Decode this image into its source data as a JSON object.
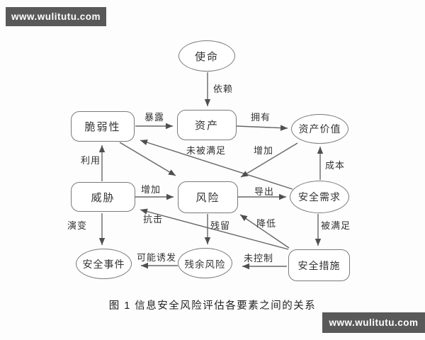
{
  "watermark": {
    "text": "www.wulitutu.com"
  },
  "caption": "图 1 信息安全风险评估各要素之间的关系",
  "colors": {
    "line": "#666666",
    "node_border": "#7a7a7a",
    "node_fill": "#ffffff",
    "text": "#333333",
    "watermark_bg": "#595959",
    "watermark_text": "#ffffff"
  },
  "nodes": {
    "mission": {
      "label": "使命",
      "shape": "ellipse"
    },
    "vulnerability": {
      "label": "脆弱性",
      "shape": "rounded-rect"
    },
    "asset": {
      "label": "资产",
      "shape": "rounded-rect"
    },
    "asset_value": {
      "label": "资产价值",
      "shape": "ellipse"
    },
    "threat": {
      "label": "威胁",
      "shape": "rounded-rect"
    },
    "risk": {
      "label": "风险",
      "shape": "rounded-rect"
    },
    "security_requirement": {
      "label": "安全需求",
      "shape": "ellipse"
    },
    "security_incident": {
      "label": "安全事件",
      "shape": "ellipse"
    },
    "residual_risk": {
      "label": "残余风险",
      "shape": "ellipse"
    },
    "security_measure": {
      "label": "安全措施",
      "shape": "rounded-rect"
    }
  },
  "edges": {
    "depend": {
      "from": "mission",
      "to": "asset",
      "label": "依赖"
    },
    "expose": {
      "from": "vulnerability",
      "to": "asset",
      "label": "暴露"
    },
    "own": {
      "from": "asset",
      "to": "asset_value",
      "label": "拥有"
    },
    "unsatisfied": {
      "from": "security_requirement",
      "to": "vulnerability",
      "label": "未被满足"
    },
    "increase_value": {
      "from": "asset_value",
      "to": "risk",
      "label": "增加"
    },
    "vulnerability_risk": {
      "from": "vulnerability",
      "to": "risk",
      "label": ""
    },
    "exploit": {
      "from": "threat",
      "to": "vulnerability",
      "label": "利用"
    },
    "increase_threat": {
      "from": "threat",
      "to": "risk",
      "label": "增加"
    },
    "derive": {
      "from": "risk",
      "to": "security_requirement",
      "label": "导出"
    },
    "cost": {
      "from": "security_requirement",
      "to": "asset_value",
      "label": "成本"
    },
    "evolve": {
      "from": "threat",
      "to": "security_incident",
      "label": "演变"
    },
    "resist": {
      "from": "security_measure",
      "to": "threat",
      "label": "抗击"
    },
    "residual": {
      "from": "risk",
      "to": "residual_risk",
      "label": "残留"
    },
    "may_induce": {
      "from": "residual_risk",
      "to": "security_incident",
      "label": "可能诱发"
    },
    "reduce": {
      "from": "security_measure",
      "to": "risk",
      "label": "降低"
    },
    "satisfied": {
      "from": "security_requirement",
      "to": "security_measure",
      "label": "被满足"
    },
    "uncontrolled": {
      "from": "security_measure",
      "to": "residual_risk",
      "label": "未控制"
    }
  }
}
